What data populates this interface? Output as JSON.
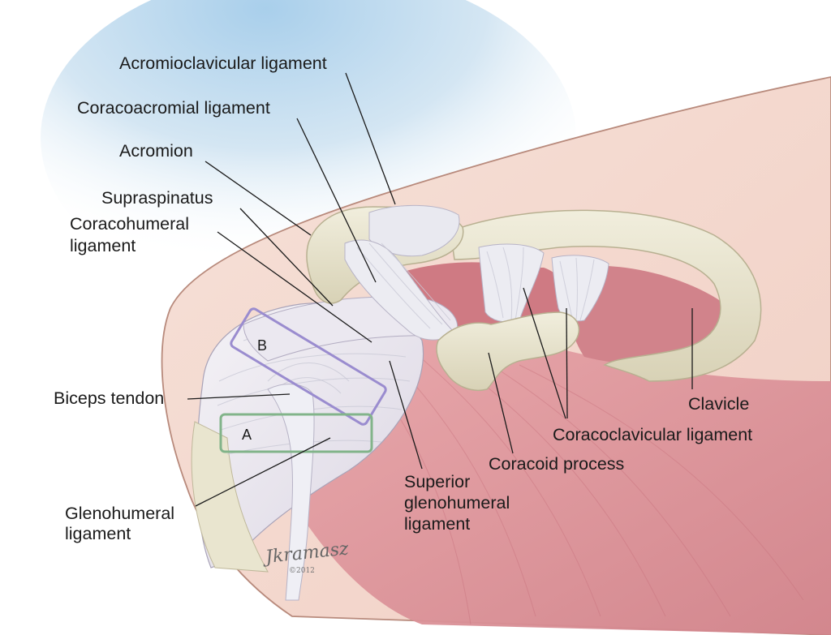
{
  "labels": {
    "acromioclavicular": "Acromioclavicular ligament",
    "coracoacromial": "Coracoacromial ligament",
    "acromion": "Acromion",
    "supraspinatus": "Supraspinatus",
    "coracohumeral_1": "Coracohumeral",
    "coracohumeral_2": "ligament",
    "biceps": "Biceps tendon",
    "glenohumeral_1": "Glenohumeral",
    "glenohumeral_2": "ligament",
    "superior_gh_1": "Superior",
    "superior_gh_2": "glenohumeral",
    "superior_gh_3": "ligament",
    "coracoid": "Coracoid process",
    "coracoclavicular": "Coracoclavicular ligament",
    "clavicle": "Clavicle"
  },
  "boxes": {
    "a": {
      "label": "A",
      "color": "#82b48a"
    },
    "b": {
      "label": "B",
      "color": "#9a8ccf"
    }
  },
  "signature": {
    "name": "Jkramasz",
    "year": "©2012"
  },
  "colors": {
    "sky": "#bcd9ee",
    "skin": "#f3d9cf",
    "bone": "#e6e1c9",
    "muscle": "#d68a90",
    "ligament": "#e8e8ef"
  }
}
